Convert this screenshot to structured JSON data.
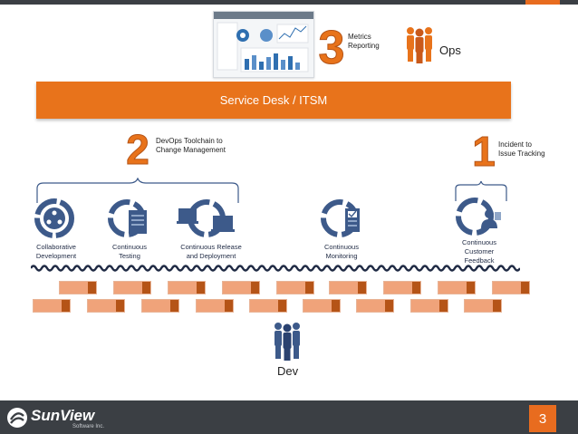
{
  "top": {
    "metrics_label": "Metrics\nReporting",
    "metrics_number": "3",
    "ops_label": "Ops"
  },
  "service_desk": {
    "label": "Service Desk / ITSM"
  },
  "toolchain": {
    "number": "2",
    "label": "DevOps Toolchain to\nChange Management"
  },
  "incident": {
    "number": "1",
    "label": "Incident to\nIssue Tracking"
  },
  "stages": [
    {
      "label": "Collaborative\nDevelopment"
    },
    {
      "label": "Continuous\nTesting"
    },
    {
      "label": "Continuous Release\nand Deployment"
    },
    {
      "label": "Continuous\nMonitoring"
    },
    {
      "label": "Continuous\nCustomer\nFeedback"
    }
  ],
  "dev": {
    "label": "Dev"
  },
  "footer": {
    "brand": "SunView",
    "brand_sub": "Software Inc.",
    "page_number": "3"
  },
  "colors": {
    "accent": "#e8731b",
    "dark": "#3b3f44",
    "icon_blue": "#3d5a8a",
    "brick": "#f0a37a",
    "brick_end": "#b55417"
  }
}
